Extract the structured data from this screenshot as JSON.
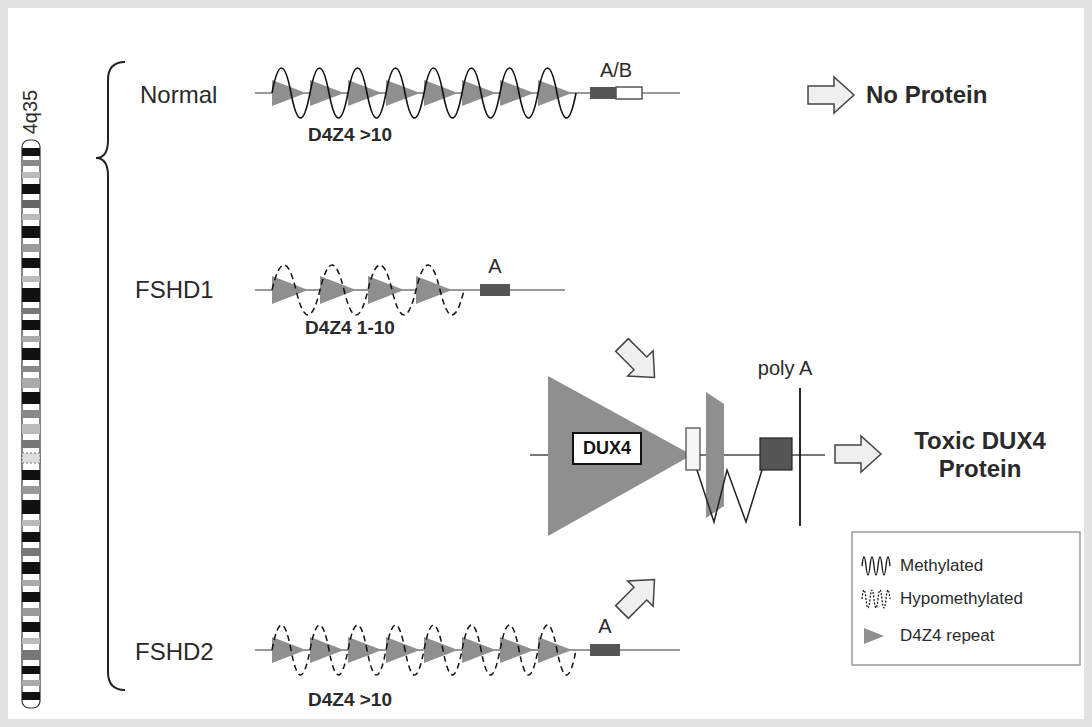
{
  "diagram": {
    "nodes": [
      {
        "text": [
          "DUX4"
        ]
      }
    ],
    "labels": [
      "4q35",
      "Normal",
      "A/B",
      "D4Z4 >10",
      "No Protein",
      "FSHD1",
      "A",
      "D4Z4 1-10",
      "poly A",
      "Toxic DUX4 Protein",
      "FSHD2",
      "A",
      "D4Z4 >10"
    ],
    "legend": [
      {
        "text": "Methylated"
      },
      {
        "text": "Hypomethylated"
      },
      {
        "text": "D4Z4 repeat"
      }
    ]
  }
}
